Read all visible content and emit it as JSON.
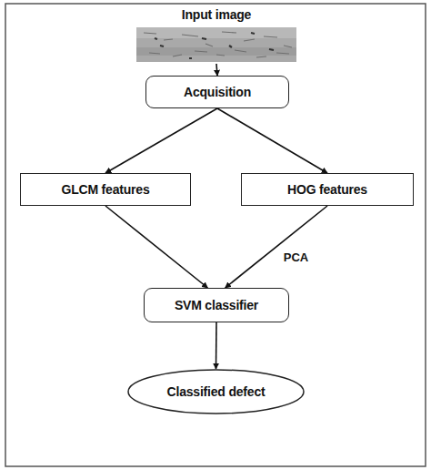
{
  "diagram": {
    "nodes": [
      {
        "text": [
          "Input image"
        ]
      },
      {
        "text": [
          "Acquisition"
        ]
      },
      {
        "text": [
          "GLCM features"
        ]
      },
      {
        "text": [
          "HOG features"
        ]
      },
      {
        "text": [
          "SVM classifier"
        ]
      },
      {
        "text": [
          "Classified defect"
        ]
      }
    ],
    "edges": [
      {
        "from": 0,
        "to": 1,
        "arrow": "to"
      },
      {
        "from": 1,
        "to": 2,
        "arrow": "to"
      },
      {
        "from": 1,
        "to": 3,
        "arrow": "to"
      },
      {
        "from": 2,
        "to": 4,
        "arrow": "to"
      },
      {
        "from": 3,
        "to": 4,
        "label": "PCA",
        "arrow": "to"
      },
      {
        "from": 4,
        "to": 5,
        "arrow": "to"
      }
    ]
  }
}
